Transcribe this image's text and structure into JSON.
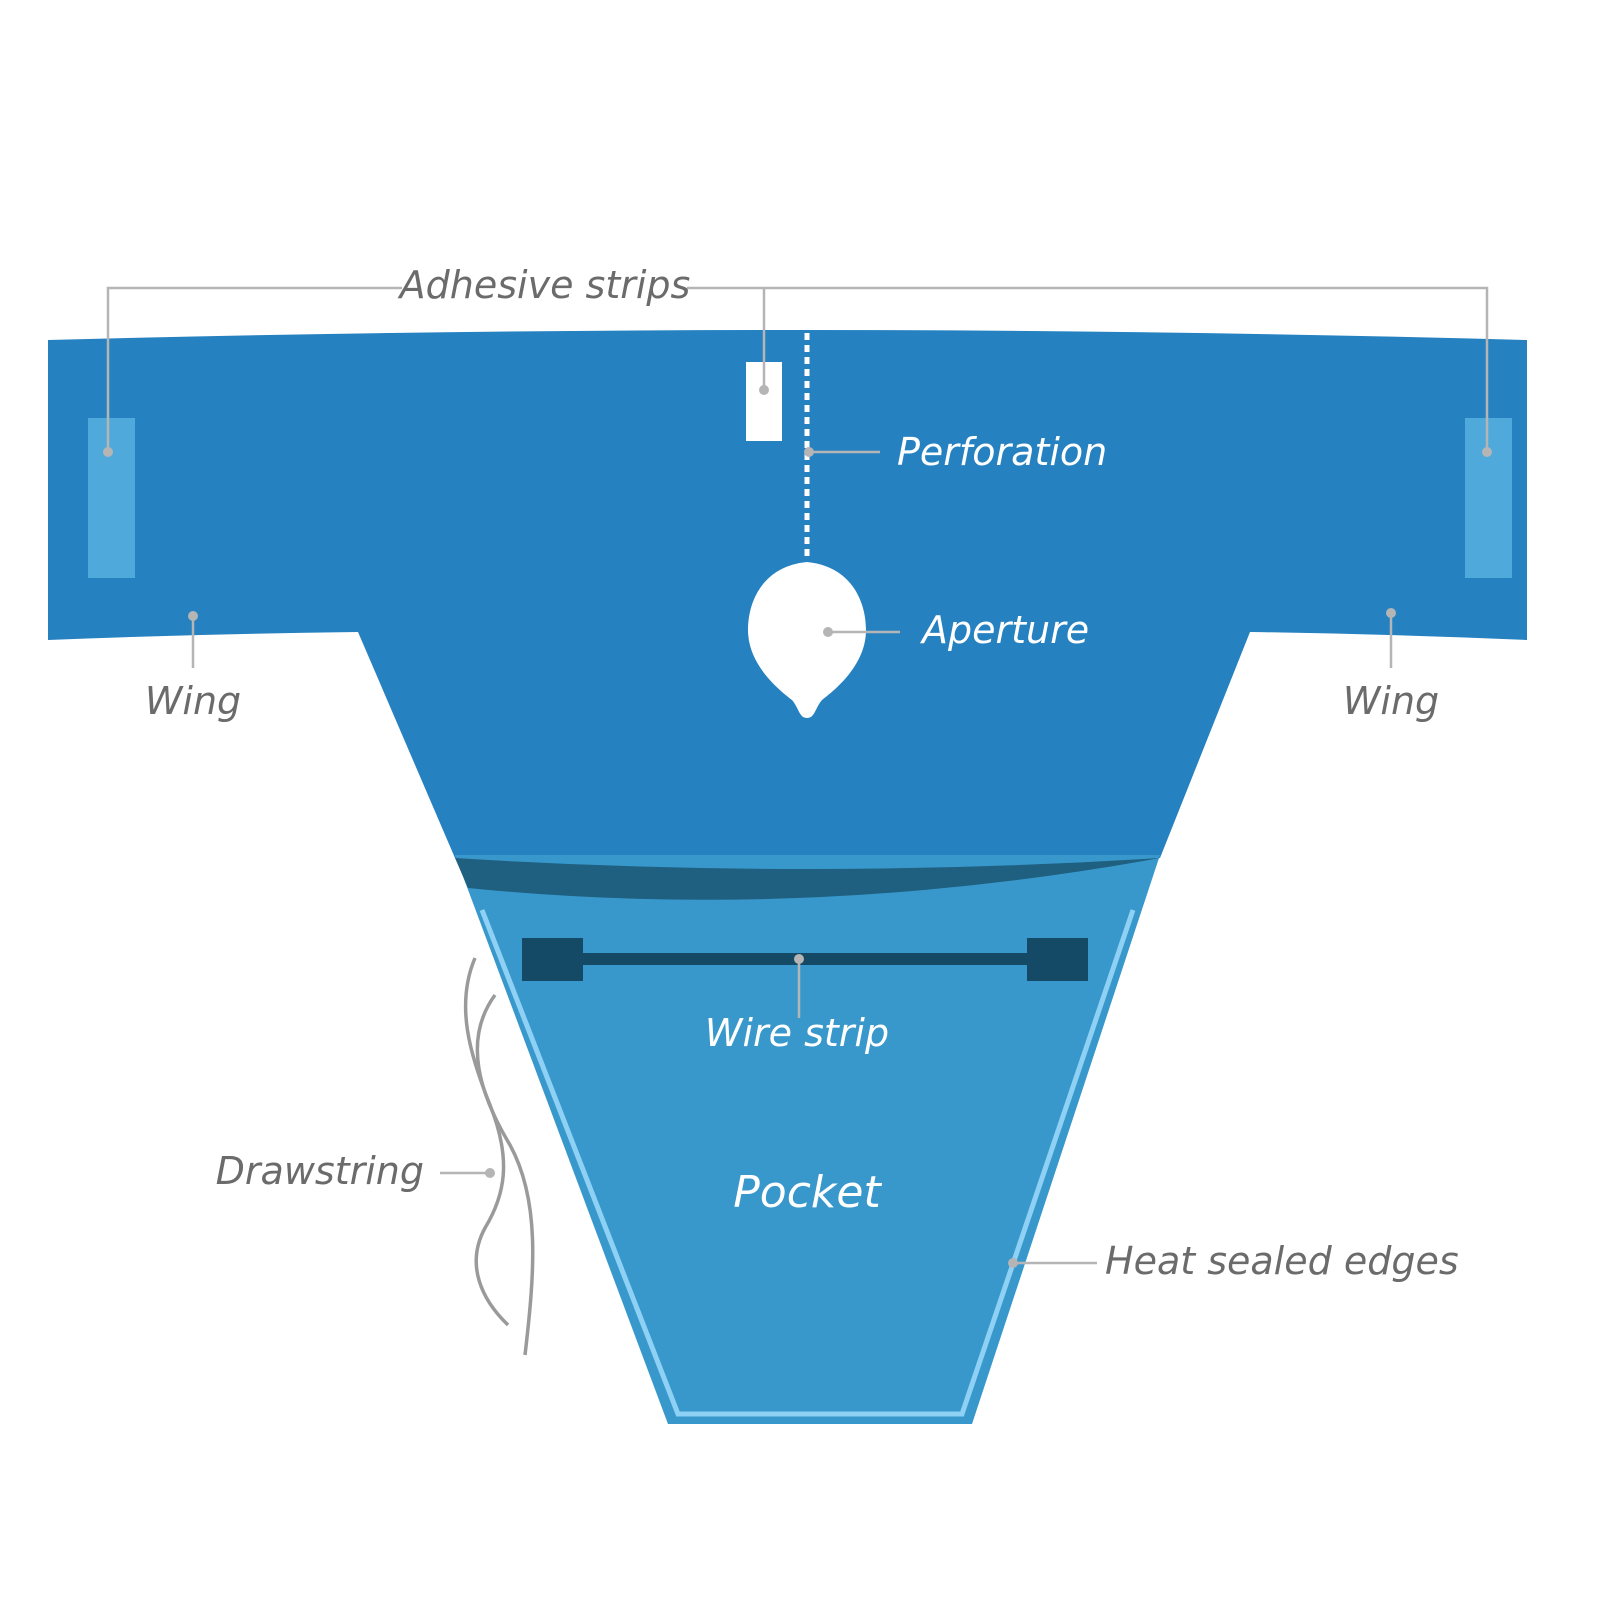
{
  "labels": {
    "adhesive_strips": "Adhesive strips",
    "perforation": "Perforation",
    "aperture": "Aperture",
    "wing_left": "Wing",
    "wing_right": "Wing",
    "wire_strip": "Wire strip",
    "drawstring": "Drawstring",
    "pocket": "Pocket",
    "heat_sealed_edges": "Heat sealed edges"
  },
  "colors": {
    "drape": "#2581c0",
    "pocket": "#3898cb",
    "pocket_fold": "#1f5f80",
    "adhesive_strip": "#4fa9da",
    "wire": "#154a66",
    "seal_edge": "#8fd0f5",
    "drawstring": "#9a9a9a",
    "leader": "#b5b5b5",
    "label_text": "#6b6b6b"
  }
}
